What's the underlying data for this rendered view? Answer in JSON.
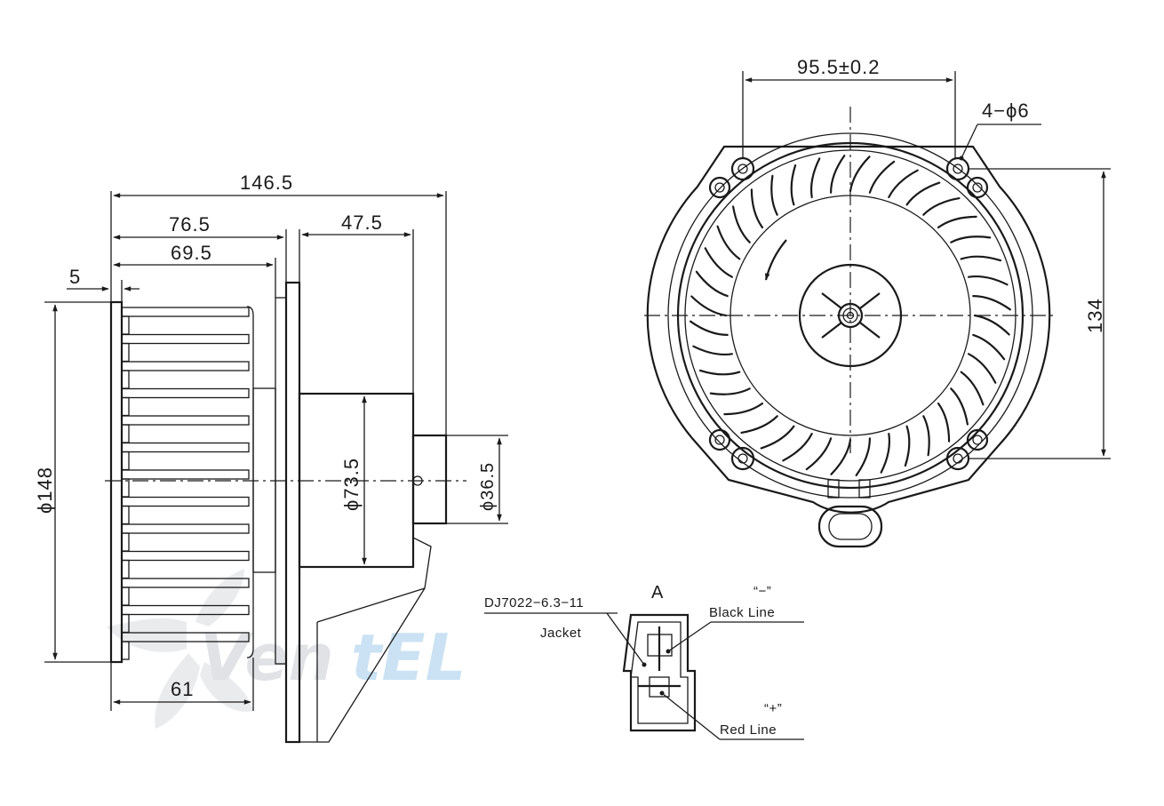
{
  "side_view": {
    "dim_overall_length": "146.5",
    "dim_wheel_to_flange": "76.5",
    "dim_wheel_width": "69.5",
    "dim_motor_length": "47.5",
    "dim_rim_thickness": "5",
    "dim_wheel_diameter": "ϕ148",
    "dim_motor_diameter": "ϕ73.5",
    "dim_shaft_diameter": "ϕ36.5",
    "dim_blade_depth": "61"
  },
  "front_view": {
    "dim_hole_spacing": "95.5±0.2",
    "dim_holes": "4−ϕ6",
    "dim_vertical_spacing": "134"
  },
  "connector": {
    "view_label": "A",
    "part_number": "DJ7022−6.3−11",
    "jacket_label": "Jacket",
    "negative_symbol": "“−”",
    "negative_wire": "Black Line",
    "positive_symbol": "“+”",
    "positive_wire": "Red Line"
  },
  "watermark": {
    "text_dark": "Ven",
    "text_light": "tEL",
    "color_dark": "#c8ccd2",
    "color_light": "#9fcbea"
  }
}
